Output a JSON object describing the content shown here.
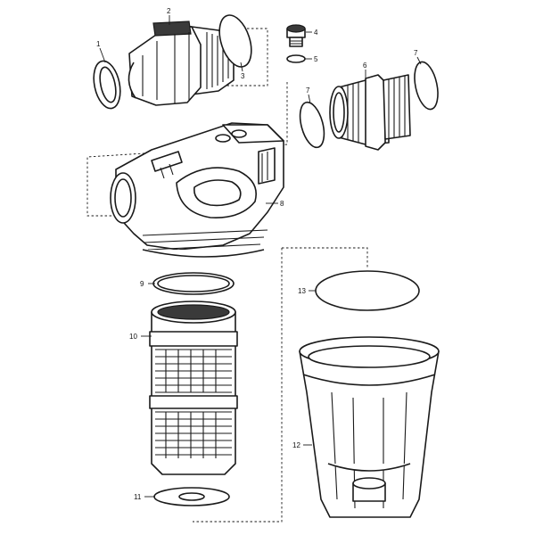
{
  "diagram": {
    "labels": {
      "p1": "1",
      "p2": "2",
      "p3": "3",
      "p4": "4",
      "p5": "5",
      "p6": "6",
      "p7a": "7",
      "p7b": "7",
      "p8": "8",
      "p9": "9",
      "p10": "10",
      "p11": "11",
      "p12": "12",
      "p13": "13"
    },
    "colors": {
      "line": "#1a1a1a",
      "fill": "#ffffff",
      "dark": "#3a3a3a"
    }
  }
}
